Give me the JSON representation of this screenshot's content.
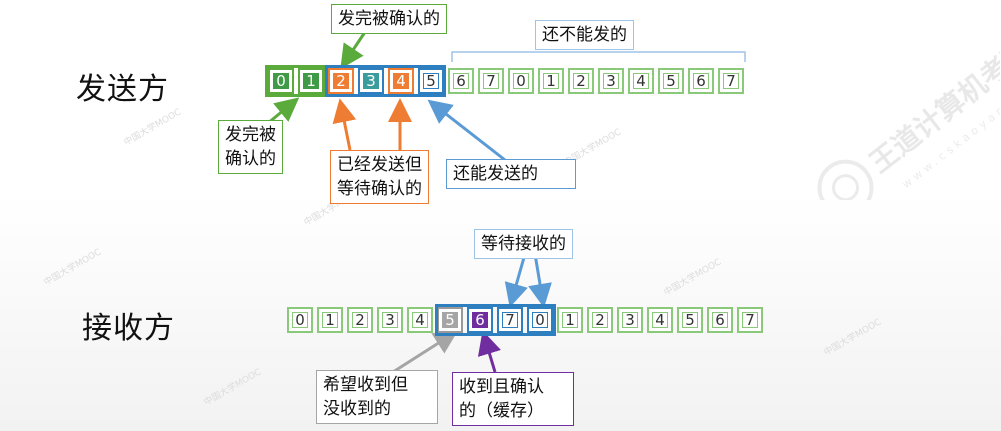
{
  "sender": {
    "label": "发送方",
    "cells": [
      "0",
      "1",
      "2",
      "3",
      "4",
      "5",
      "6",
      "7",
      "0",
      "1",
      "2",
      "3",
      "4",
      "5",
      "6",
      "7"
    ],
    "callouts": {
      "sent_confirmed_top": "发完被确认的",
      "not_sendable": "还不能发的",
      "sent_confirmed_left": [
        "发完被",
        "确认的"
      ],
      "sent_waiting": [
        "已经发送但",
        "等待确认的"
      ],
      "can_send": "还能发送的"
    }
  },
  "receiver": {
    "label": "接收方",
    "cells": [
      "0",
      "1",
      "2",
      "3",
      "4",
      "5",
      "6",
      "7",
      "0",
      "1",
      "2",
      "3",
      "4",
      "5",
      "6",
      "7"
    ],
    "callouts": {
      "waiting_receive": "等待接收的",
      "expected_not_received": [
        "希望收到但",
        "没收到的"
      ],
      "received_buffered": [
        "收到且确认",
        "的（缓存）"
      ]
    }
  },
  "watermark": {
    "brand": "王道计算机考研",
    "site": "www.cskaoyan.com",
    "small": "中国大学MOOC"
  },
  "colors": {
    "green": "#3f9b45",
    "orange": "#ee7d33",
    "blue": "#2e7fbf",
    "gray": "#a5a5a5",
    "purple": "#6f2da0",
    "light_green": "#8ac97a"
  }
}
